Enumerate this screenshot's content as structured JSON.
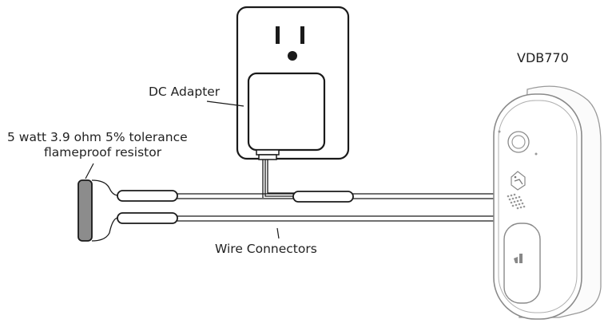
{
  "diagram": {
    "labels": {
      "device_model": "VDB770",
      "dc_adapter": "DC Adapter",
      "resistor_line1": "5 watt 3.9 ohm 5% tolerance",
      "resistor_line2": "flameproof resistor",
      "wire_connectors": "Wire Connectors"
    },
    "components": [
      "wall-outlet",
      "dc-adapter",
      "resistor",
      "wire-connectors",
      "doorbell"
    ],
    "colors": {
      "line": "#1a1a1a",
      "resistor_body": "#8c8c8c",
      "doorbell_outline": "#9a9a9a"
    }
  }
}
